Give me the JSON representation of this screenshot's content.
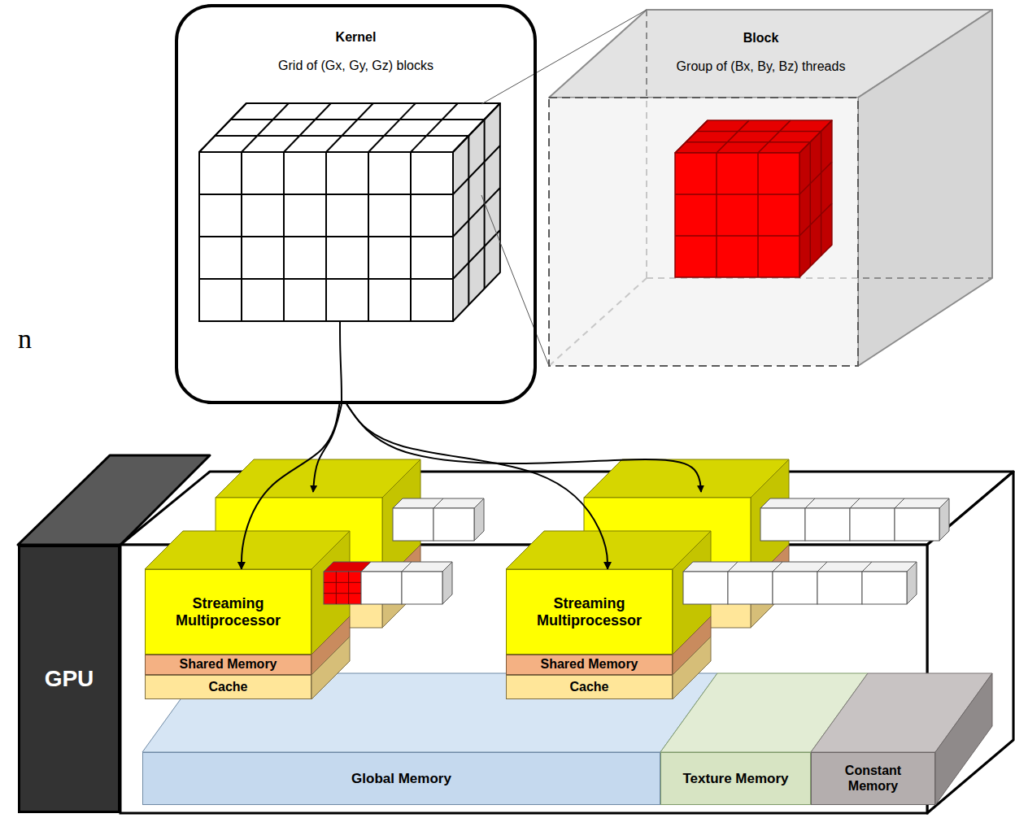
{
  "diagram": {
    "nodes": [
      {
        "text": [
          "Kernel",
          "Grid of (Gx, Gy, Gz) blocks"
        ]
      },
      {
        "text": [
          "Block",
          "Group of (Bx, By, Bz) threads"
        ]
      },
      {
        "text": [
          "GPU"
        ]
      },
      {
        "text": [
          "Streaming Multiprocessor"
        ]
      },
      {
        "text": [
          "Shared Memory"
        ]
      },
      {
        "text": [
          "Cache"
        ]
      },
      {
        "text": [
          "Streaming Multiprocessor"
        ]
      },
      {
        "text": [
          "Shared Memory"
        ]
      },
      {
        "text": [
          "Cache"
        ]
      },
      {
        "text": [
          "Global Memory"
        ]
      },
      {
        "text": [
          "Texture Memory"
        ]
      },
      {
        "text": [
          "Constant Memory"
        ]
      }
    ],
    "edges": [
      {
        "from": 0,
        "to": 3,
        "arrow": "to"
      },
      {
        "from": 0,
        "to": 6,
        "arrow": "to"
      }
    ],
    "labels": [
      "n"
    ]
  }
}
